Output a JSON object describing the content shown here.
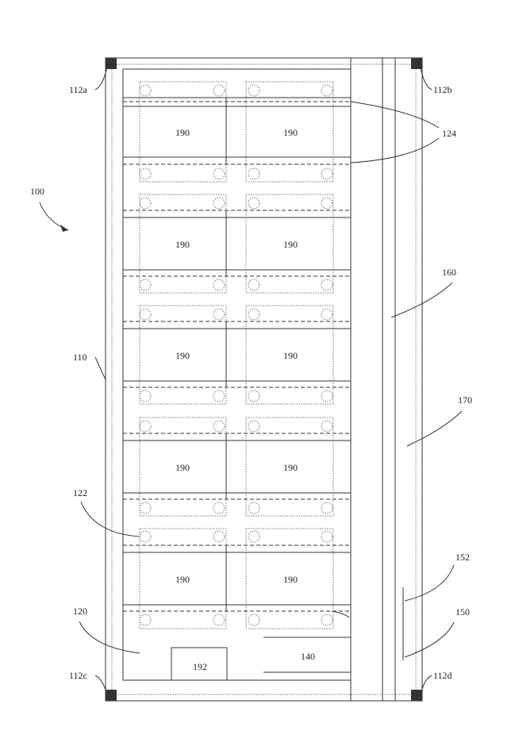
{
  "labels": {
    "ref_100": "100",
    "ref_110": "110",
    "ref_112a": "112a",
    "ref_112b": "112b",
    "ref_112c": "112c",
    "ref_112d": "112d",
    "ref_120": "120",
    "ref_122": "122",
    "ref_124": "124",
    "ref_140": "140",
    "ref_150": "150",
    "ref_152": "152",
    "ref_160": "160",
    "ref_170": "170",
    "ref_190": "190",
    "ref_192": "192"
  }
}
